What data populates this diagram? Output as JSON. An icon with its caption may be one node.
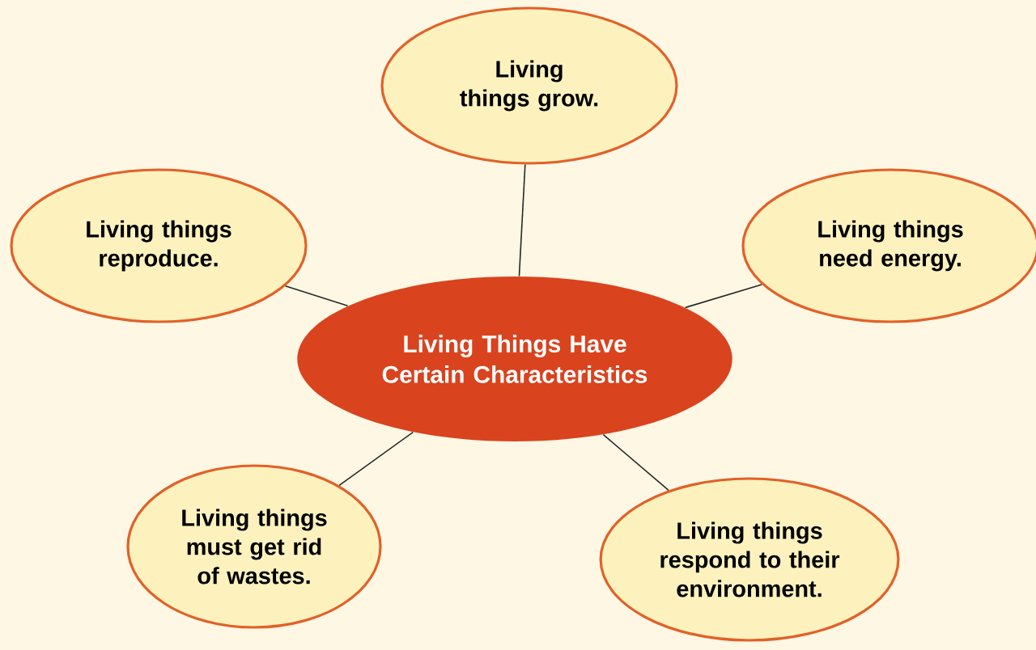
{
  "diagram": {
    "nodes": [
      {
        "text": [
          "Living Things Have Certain Characteristics"
        ]
      },
      {
        "text": [
          "Living things grow."
        ]
      },
      {
        "text": [
          "Living things reproduce."
        ]
      },
      {
        "text": [
          "Living things need energy."
        ]
      },
      {
        "text": [
          "Living things must get rid of wastes."
        ]
      },
      {
        "text": [
          "Living things respond to their environment."
        ]
      }
    ],
    "edges": [
      {
        "from": 0,
        "to": 1,
        "arrow": "none"
      },
      {
        "from": 0,
        "to": 2,
        "arrow": "none"
      },
      {
        "from": 0,
        "to": 3,
        "arrow": "none"
      },
      {
        "from": 0,
        "to": 4,
        "arrow": "none"
      },
      {
        "from": 0,
        "to": 5,
        "arrow": "none"
      }
    ]
  }
}
